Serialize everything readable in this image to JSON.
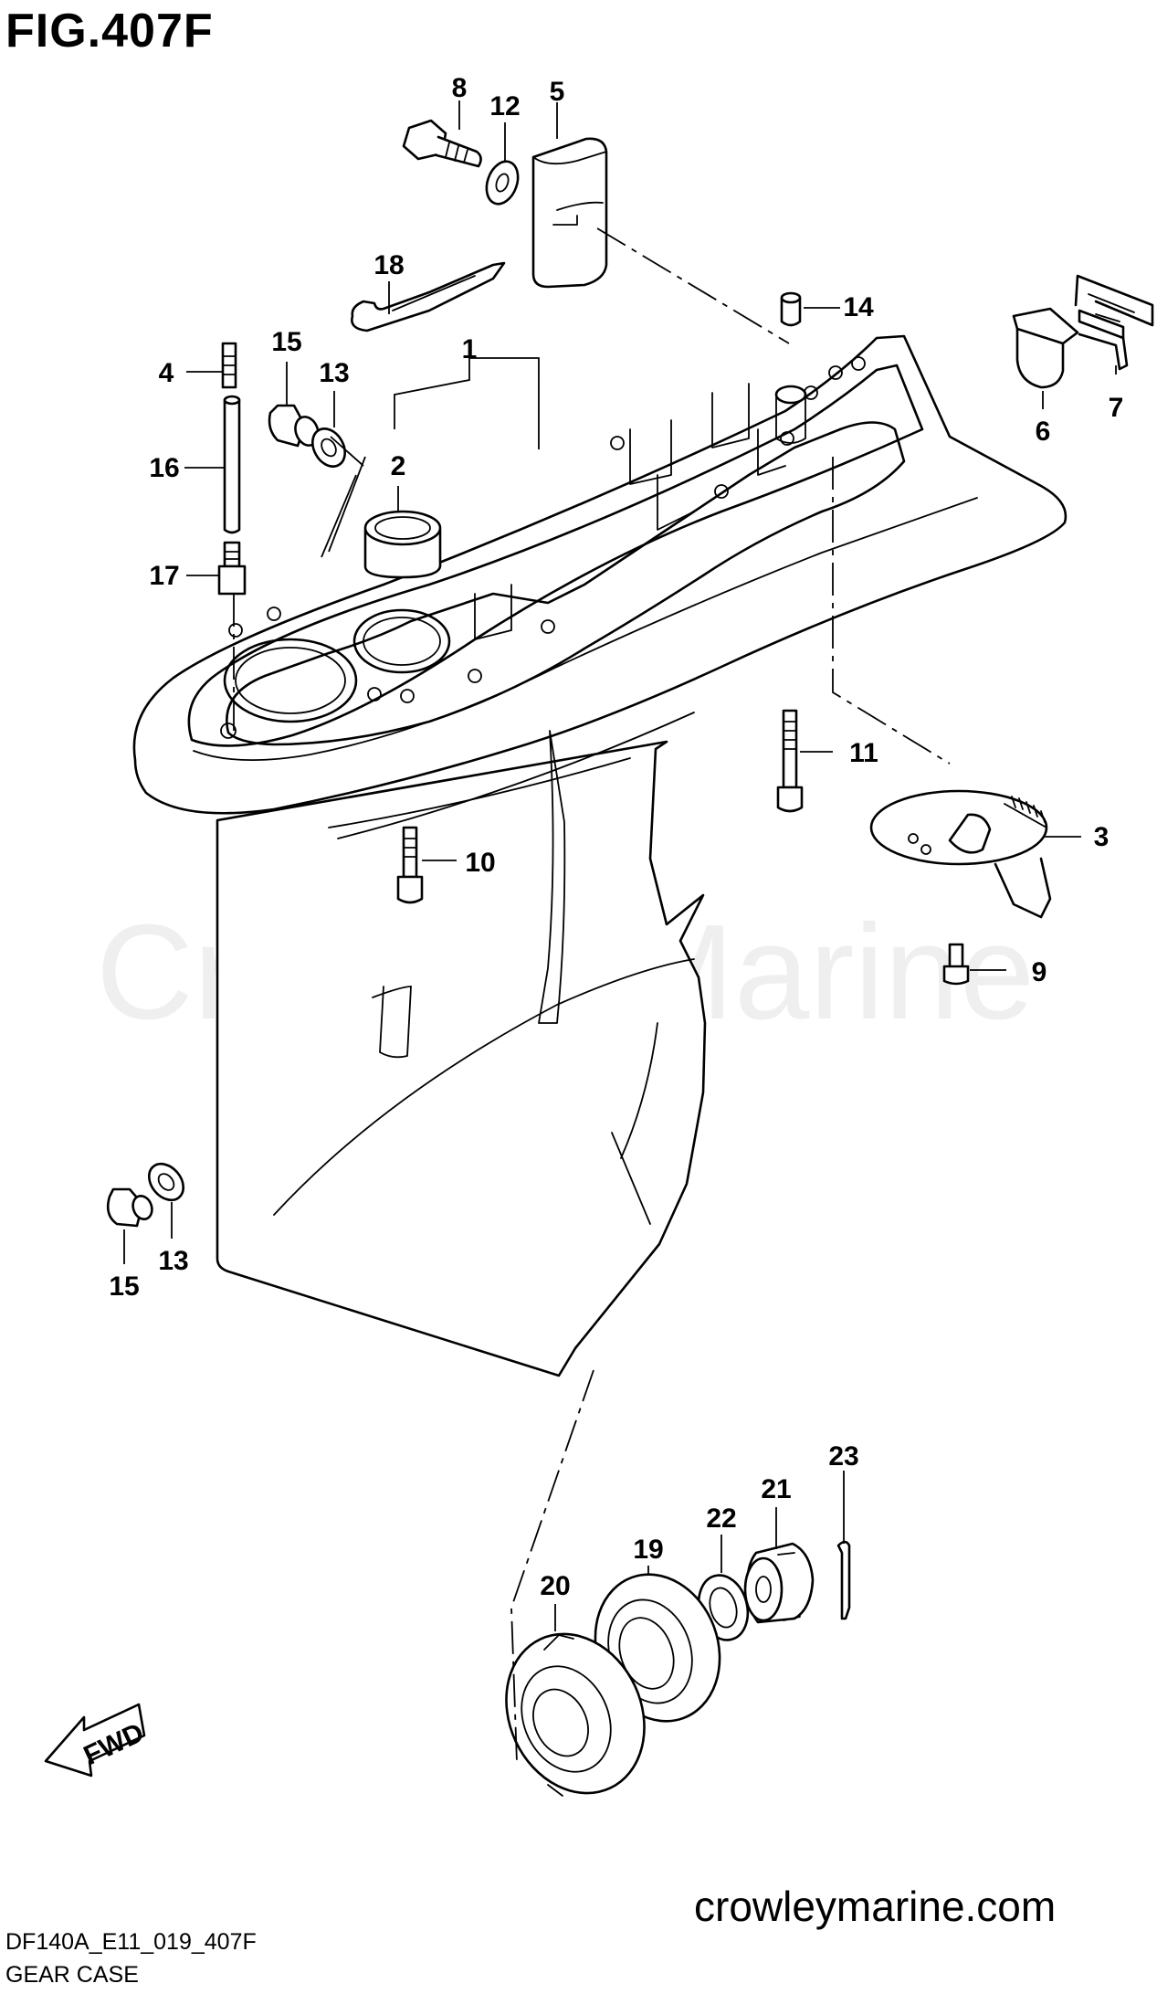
{
  "figure": {
    "title": "FIG.407F",
    "code": "DF140A_E11_019_407F",
    "caption": "GEAR CASE"
  },
  "watermark": "Crowley Marine",
  "website": "crowleymarine.com",
  "direction_badge": "FWD",
  "callouts": [
    {
      "id": "c8",
      "label": "8"
    },
    {
      "id": "c12",
      "label": "12"
    },
    {
      "id": "c5",
      "label": "5"
    },
    {
      "id": "c18",
      "label": "18"
    },
    {
      "id": "c14",
      "label": "14"
    },
    {
      "id": "c6",
      "label": "6"
    },
    {
      "id": "c7",
      "label": "7"
    },
    {
      "id": "c4",
      "label": "4"
    },
    {
      "id": "c15a",
      "label": "15"
    },
    {
      "id": "c13a",
      "label": "13"
    },
    {
      "id": "c1",
      "label": "1"
    },
    {
      "id": "c16",
      "label": "16"
    },
    {
      "id": "c2",
      "label": "2"
    },
    {
      "id": "c17",
      "label": "17"
    },
    {
      "id": "c11",
      "label": "11"
    },
    {
      "id": "c3",
      "label": "3"
    },
    {
      "id": "c10",
      "label": "10"
    },
    {
      "id": "c9",
      "label": "9"
    },
    {
      "id": "c15b",
      "label": "15"
    },
    {
      "id": "c13b",
      "label": "13"
    },
    {
      "id": "c23",
      "label": "23"
    },
    {
      "id": "c21",
      "label": "21"
    },
    {
      "id": "c22",
      "label": "22"
    },
    {
      "id": "c19",
      "label": "19"
    },
    {
      "id": "c20",
      "label": "20"
    }
  ]
}
